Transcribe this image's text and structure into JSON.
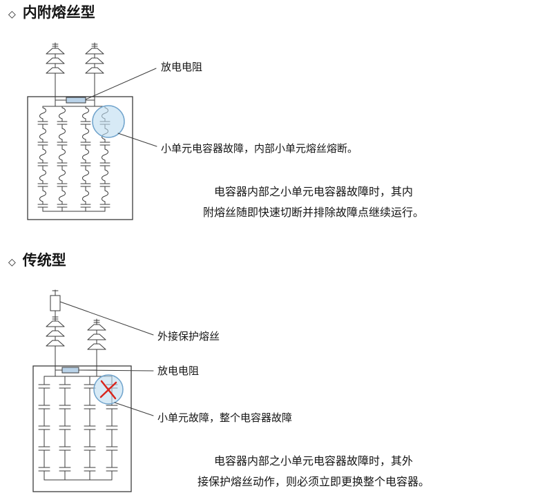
{
  "colors": {
    "line": "#3a3a3a",
    "resistor_fill": "#b9d2e8",
    "highlight_fill": "#bcdcf0",
    "highlight_stroke": "#6fa3cc",
    "fault_x": "#d9251c"
  },
  "section1": {
    "bullet": "◇",
    "title": "内附熔丝型",
    "labels": {
      "discharge_resistor": "放电电阻",
      "fault": "小单元电容器故障，内部小单元熔丝熔断。"
    },
    "description": {
      "line1": "电容器内部之小单元电容器故障时，其内",
      "line2": "附熔丝随即快速切断并排除故障点继续运行。"
    }
  },
  "section2": {
    "bullet": "◇",
    "title": "传统型",
    "labels": {
      "external_fuse": "外接保护熔丝",
      "discharge_resistor": "放电电阻",
      "fault": "小单元故障，整个电容器故障"
    },
    "description": {
      "line1": "电容器内部之小单元电容器故障时，其外",
      "line2": "接保护熔丝动作，则必须立即更换整个电容器。"
    }
  }
}
